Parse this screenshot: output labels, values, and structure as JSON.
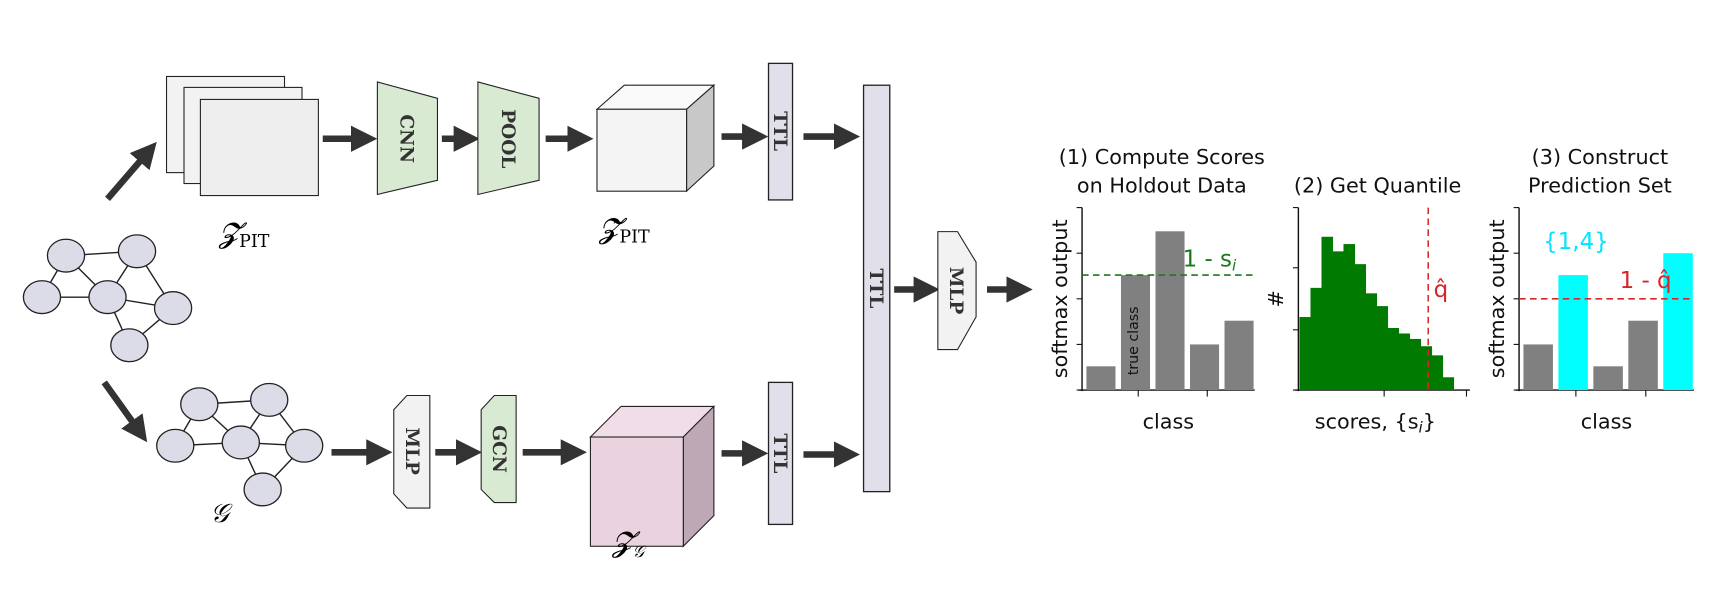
{
  "labels": {
    "cnn": "CNN",
    "pool": "POOL",
    "mlp_top": "MLP",
    "mlp_bottom": "MLP",
    "gcn": "GCN",
    "ttl_top": "TTL",
    "ttl_bottom": "TTL",
    "ttl_big": "TTL",
    "z_pit": "𝓩",
    "z_pit_sub": "PIT",
    "z_pit_tilde": "𝓩̃",
    "z_pit_tilde_sub": "PIT",
    "z_g": "𝓩",
    "z_g_sub": "𝒢",
    "graph": "𝒢"
  },
  "colors": {
    "green_block": "#d9ead3",
    "pink_cube": "#ead3df",
    "ttl": "#e1dfea",
    "node": "#dcdbe8",
    "hist": "#007a00",
    "cyan": "#00ffff",
    "red": "#d62728",
    "gray": "#808080"
  },
  "chart_data": [
    {
      "type": "bar",
      "title": [
        "(1) Compute Scores",
        "on Holdout Data"
      ],
      "xlabel": "class",
      "ylabel": "softmax output",
      "values": [
        0.13,
        0.63,
        0.87,
        0.25,
        0.38
      ],
      "bar_label": "true class",
      "bar_label_index": 1,
      "threshold": 0.63,
      "threshold_label": "1 - s",
      "threshold_sub": "i",
      "ylim": [
        0,
        1
      ]
    },
    {
      "type": "bar",
      "title": [
        "(2) Get Quantile"
      ],
      "xlabel": "scores, {s",
      "xlabel_sub": "i",
      "xlabel_end": "}",
      "ylabel": "#",
      "values": [
        0.4,
        0.56,
        0.84,
        0.76,
        0.8,
        0.69,
        0.53,
        0.46,
        0.34,
        0.31,
        0.28,
        0.24,
        0.19,
        0.07
      ],
      "quantile_bin": 11.7,
      "quantile_label": "q̂",
      "ylim": [
        0,
        1
      ]
    },
    {
      "type": "bar",
      "title": [
        "(3) Construct",
        "Prediction Set"
      ],
      "xlabel": "class",
      "ylabel": "softmax output",
      "values": [
        0.25,
        0.63,
        0.13,
        0.38,
        0.75
      ],
      "in_set": [
        false,
        true,
        false,
        false,
        true
      ],
      "set_label": "{1,4}",
      "threshold": 0.5,
      "threshold_label": "1 - q̂",
      "ylim": [
        0,
        1
      ]
    }
  ]
}
